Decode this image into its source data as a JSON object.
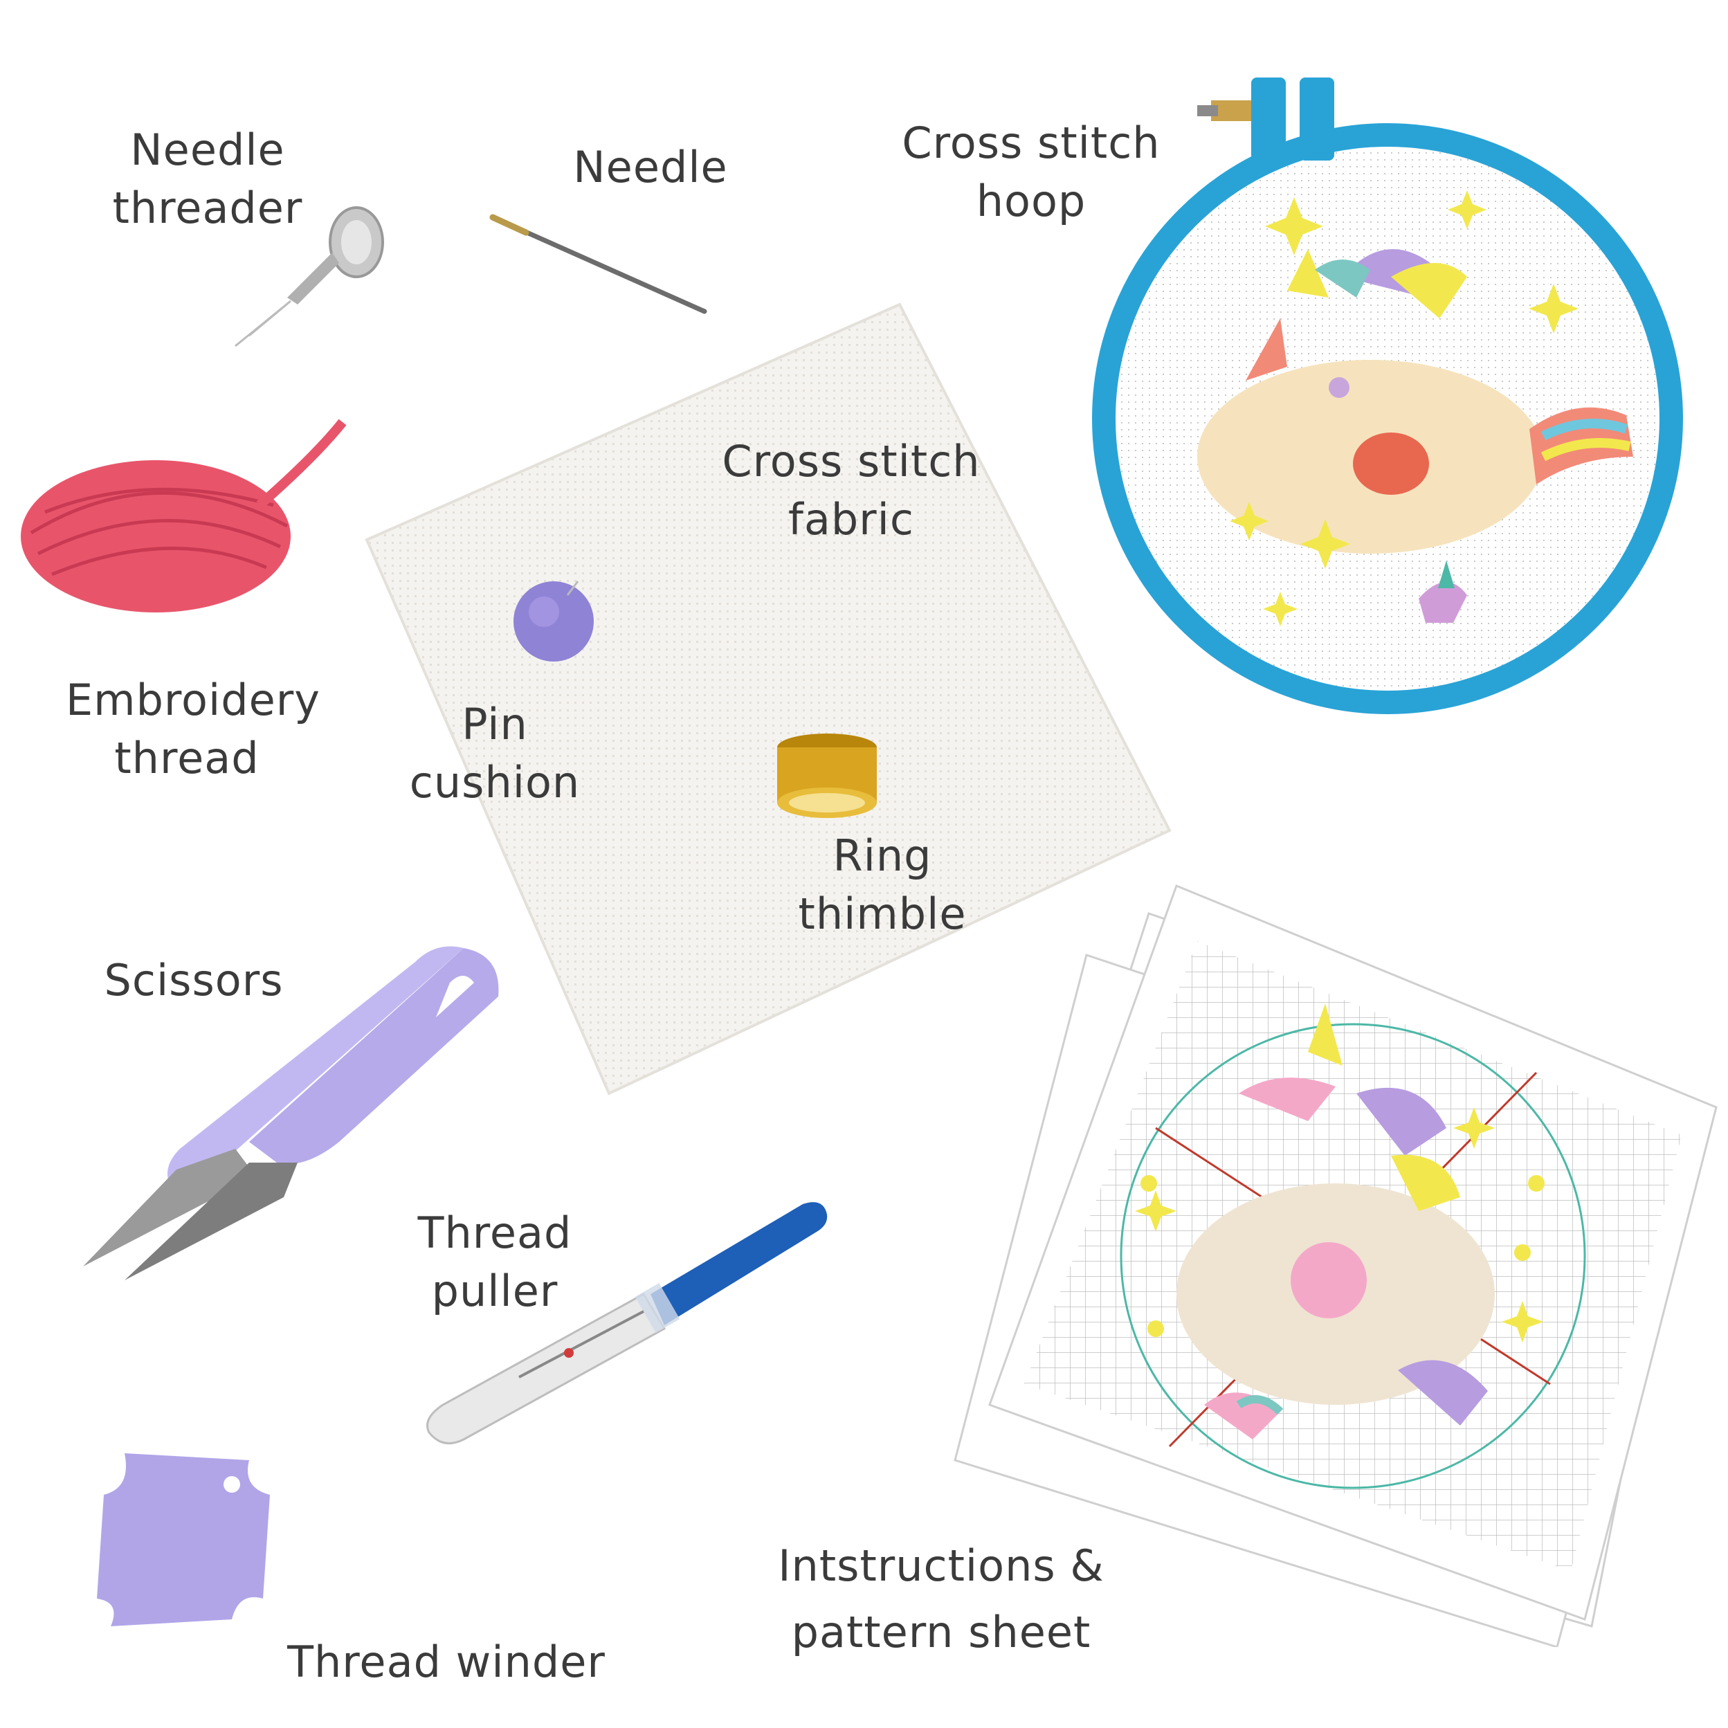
{
  "colors": {
    "label_text": "#3b3b3b",
    "hoop_blue": "#29a3d6",
    "thread_pink": "#e8556b",
    "lavender": "#a99be6",
    "thimble_gold": "#d9a520",
    "needle_steel": "#6c6c6c",
    "puller_blue": "#1e5fb8"
  },
  "labels": {
    "needle_threader": [
      "Needle",
      "threader"
    ],
    "needle": "Needle",
    "cross_stitch_hoop": [
      "Cross stitch",
      "hoop"
    ],
    "cross_stitch_fabric": [
      "Cross stitch",
      "fabric"
    ],
    "embroidery_thread": [
      "Embroidery",
      "thread"
    ],
    "pin_cushion": [
      "Pin",
      "cushion"
    ],
    "ring_thimble": [
      "Ring",
      "thimble"
    ],
    "scissors": "Scissors",
    "thread_puller": [
      "Thread",
      "puller"
    ],
    "thread_winder": "Thread winder",
    "instructions": [
      "Intstructions &",
      "pattern sheet"
    ]
  },
  "icons": [
    "needle-threader-icon",
    "needle-icon",
    "embroidery-hoop-icon",
    "fabric-sheet-icon",
    "thread-skein-icon",
    "pin-cushion-icon",
    "thimble-icon",
    "scissors-icon",
    "seam-ripper-icon",
    "thread-winder-icon",
    "pattern-sheet-icon"
  ]
}
